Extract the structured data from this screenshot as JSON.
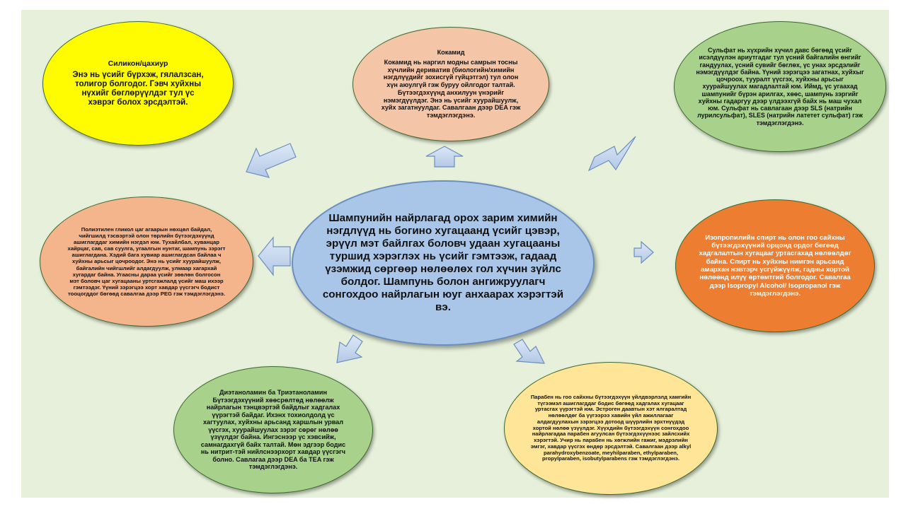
{
  "center": {
    "text": "Шампунийн найрлагад орох зарим химийн нэгдлүүд нь богино хугацаанд үсийг цэвэр, эрүүл мэт байлгах боловч удаан хугацааны туршид хэрэглэх нь үсийг гэмтээж, гадаад үзэмжид сөргөөр нөлөөлөх гол хүчин зүйлс болдог. Шампунь болон ангижруулагч сонгохдоо найрлагын юуг анхаарах хэрэгтэй вэ."
  },
  "silicone": {
    "title": "Силикон/цахиур",
    "body": "Энэ нь үсийг бүрхэж, гялалзсан, толигор болгодог. Гэвч хуйхны нүхийг бөглөрүүлдэг тул үс хэврэг болох эрсдэлтэй."
  },
  "cocamide": {
    "title": "Кокамид",
    "body": "Кокамид нь наргил модны самрын тосны хүчлийн дериватив (биологийн/химийн нэгдлүүдийг зохисгүй гүйцэтгэл) тул олон хүн аюулгүй гэж буруу ойлгодог талтай. Бүтээгдэхүүнд анхилуун үнэрийг нэмэгдүүлдэг. Энэ нь үсийг хуурайшуулж, хуйх загатнуулдаг. Савалгаан дээр DEA гэж тэмдэглэгдэнэ."
  },
  "sulfate": {
    "body": "Сульфат нь хүхрийн хүчил давс бөгөөд үсийг исэлдүүлэн ариутгадаг тул үсний байгалийн өнгийг гандуулах, үсний сувийг бөглөх, үс унах эрсдэлийг нэмэгдүүлдэг байна. Үүний зэрэгцээ загатнах, хуйхыг цочроох, тууралт үүсгэх, хуйхны арьсыг хуурайшуулах магадлалтай юм. Иймд, үс угаахад шампунийг бүрэн арилгах, хөөс, шампунь зэргийг хуйхны гадаргуу дээр үлдээхгүй байх нь маш чухал юм. Сульфат нь савлагаан дээр SLS (натрийн лурилсульфат), SLES (натрийн латетет сульфат) гэж тэмдэглэгдэнэ."
  },
  "peg": {
    "body": "Полиэтилен гликол цаг агаарын нөхцөл байдал, чийгшилд тэсвэртэй олон төрлийн бүтээгдэхүүнд ашиглагддаг химийн нэгдэл юм. Тухайлбал, хуванцар хайрцаг, сав, сав суулга, угаалгын нунтаг, шампунь зэрэгт ашиглагдана. Хэдий бага хувиар ашиглагдсан байлаа ч хуйхны арьсыг цочроодог. Энэ нь үсийг хуурайшуулж, байгалийн чийгшлийг алдагдуулж, улмаар хагархай хугардаг байна. Угаасны дараа үсийг зөөлөн болгосон мэт боловч цаг хугацааны уртсгажлалд үсийг маш ихээр гэмтээдэг. Үүний зэрэгцээ хорт хавдар үүсгэгч бодист тооцогддог бөгөөд савалгаа дээр PEG гэж тэмдэглэгдэнэ."
  },
  "isopropyl": {
    "body": "Изопропилийн спирт нь олон гоо сайхны бүтээгдэхүүний орцонд ордог бөгөөд хадгалалтын хугацааг уртасгахад нөлөөлдөг байна. Спирт нь хуйхны нимгэн арьсанд амархан нэвтэрч усгүйжүүлж, гадны хортой нөлөөнд илүү өртөмтгий болгодог. Савалгаа дээр Isopropyl Alcohol/ Isopropanol гэж тэмдэглэгдэнэ."
  },
  "dea": {
    "body": "Диэтаноламин ба Триэтаноламин Бүтээгдэхүүний хөөсрөлтөд нөлөөлж найрлагын тэнцвэртэй байдлыг хадгалах үүрэгтэй байдаг. Ихэнх тохиолдолд үс хагтуулах, хуйхны арьсанд харшлын урвал үүсгэх, хуурайшуулах зэрэг сөрөг нөлөө үзүүлдэг байна. Ингэснээр үс хэвсийж, самнагдахгүй байх талтай. Мөн эдгээр бодис нь нитрит-тэй нийлснээрхорт хавдар үүсгэгч болно. Савлагаа дээр DEA ба TEA гэж тэмдэглэгдэнэ."
  },
  "paraben": {
    "body": "Парабен нь гоо сайхны бүтээгдэхүүн үйлдвэрлэлд хамгийн түгээмэл ашиглагддаг бодис бөгөөд хадгалах хугацааг уртасгах үүрэгтэй юм. Эстроген даавтын хэт ялгаралтад нөлөөлдөг ба үүгээрээ хавийн үйл ажиллагааг алдагдуулахын зэрэгцээ дотоод шүүрлийн эрхтнүүдэд хортой нөлөө үзүүлдэг. Хүүхдийн бүтээгдэхүүн сонгохдоо найрлагадаа парабен агуулсан бүтээгдэхүүнээс зайлсхийх хэрэгтэй. Учир нь парабен нь хөгжлийн гажиг, мэдрэлийн эмгэг, хавдар үүсгэх өндөр эрсдэлтэй. Савалгаан дээр alkyl parahydroxybenzoate, meyhilparaben, ethylparaben, propylparaben, isobutylparabens гэж тэмдэглэгдэнэ."
  },
  "colors": {
    "background": "#e6f0da",
    "center": "#a9c6e9",
    "silicone": "#fffb00",
    "cocamide": "#f4c5a6",
    "sulfate": "#a8d18b",
    "peg": "#f4b48c",
    "isopropyl": "#ed7d31",
    "dea": "#a8d18b",
    "paraben": "#ffe597",
    "arrow": "#c9d9ef"
  }
}
